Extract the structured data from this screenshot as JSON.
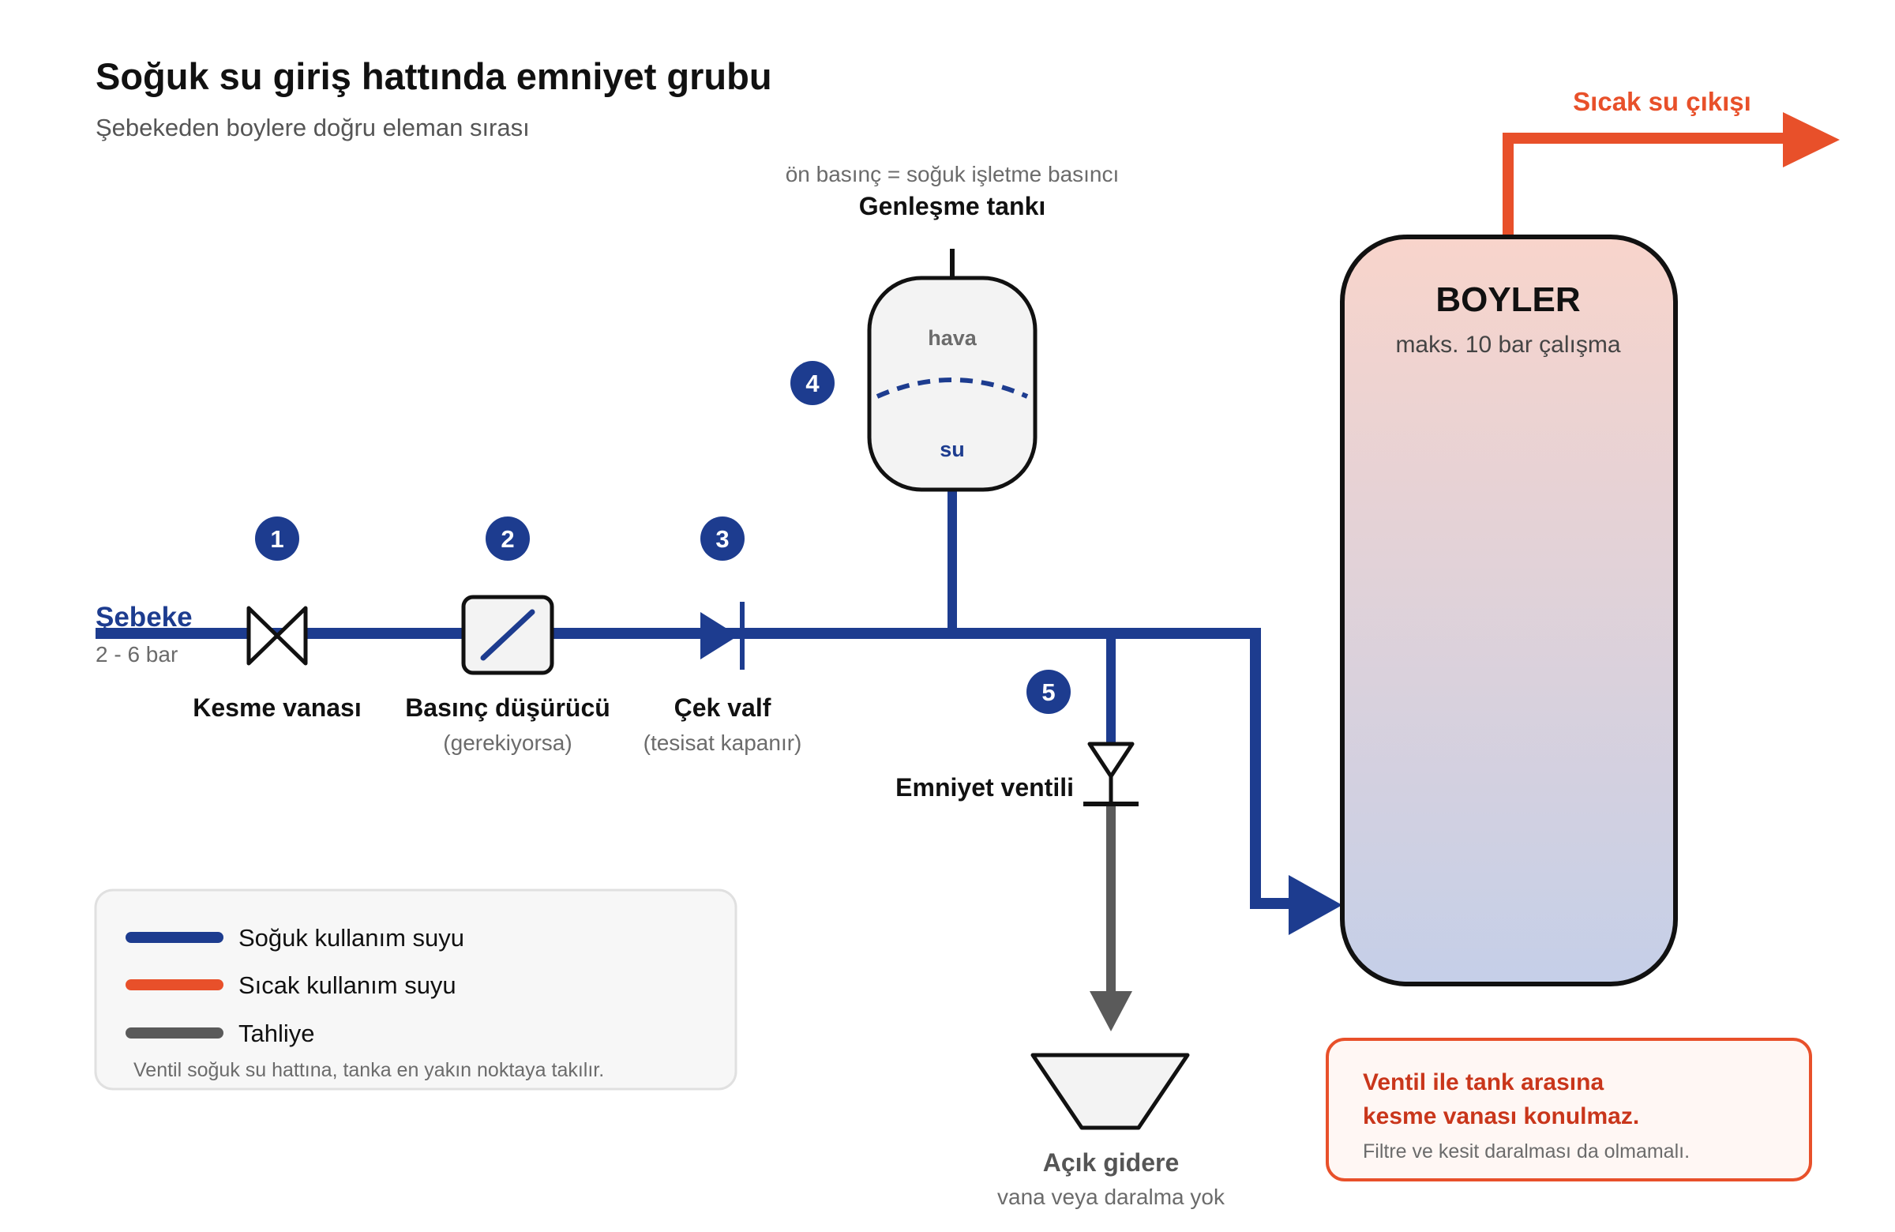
{
  "header": {
    "title": "Soğuk su giriş hattında emniyet grubu",
    "subtitle": "Şebekeden boylere doğru eleman sırası"
  },
  "supply": {
    "label": "Şebeke",
    "pressure": "2 - 6 bar"
  },
  "components": [
    {
      "number": "1",
      "label": "Kesme vanası",
      "note": ""
    },
    {
      "number": "2",
      "label": "Basınç düşürücü",
      "note": "(gerekiyorsa)"
    },
    {
      "number": "3",
      "label": "Çek valf",
      "note": "(tesisat kapanır)"
    },
    {
      "number": "4",
      "label": "Genleşme tankı",
      "note": "ön basınç = soğuk işletme basıncı",
      "air": "hava",
      "water": "su"
    },
    {
      "number": "5",
      "label": "Emniyet ventili",
      "note": ""
    }
  ],
  "drain": {
    "label": "Açık gidere",
    "note": "vana veya daralma yok"
  },
  "boiler": {
    "label": "BOYLER",
    "note": "maks. 10 bar çalışma"
  },
  "hot_outlet": {
    "label": "Sıcak su çıkışı"
  },
  "legend": {
    "items": [
      {
        "label": "Soğuk kullanım suyu",
        "color": "#1d3c8f"
      },
      {
        "label": "Sıcak kullanım suyu",
        "color": "#e8502a"
      },
      {
        "label": "Tahliye",
        "color": "#5a5a5a"
      }
    ],
    "note": "Ventil soğuk su hattına, tanka en yakın noktaya takılır."
  },
  "warning": {
    "line1": "Ventil ile tank arasına",
    "line2": "kesme vanası konulmaz.",
    "note": "Filtre ve kesit daralması da olmamalı."
  },
  "colors": {
    "cold": "#1d3c8f",
    "hot": "#e8502a",
    "drain": "#5a5a5a",
    "warning": "#c9361b"
  }
}
